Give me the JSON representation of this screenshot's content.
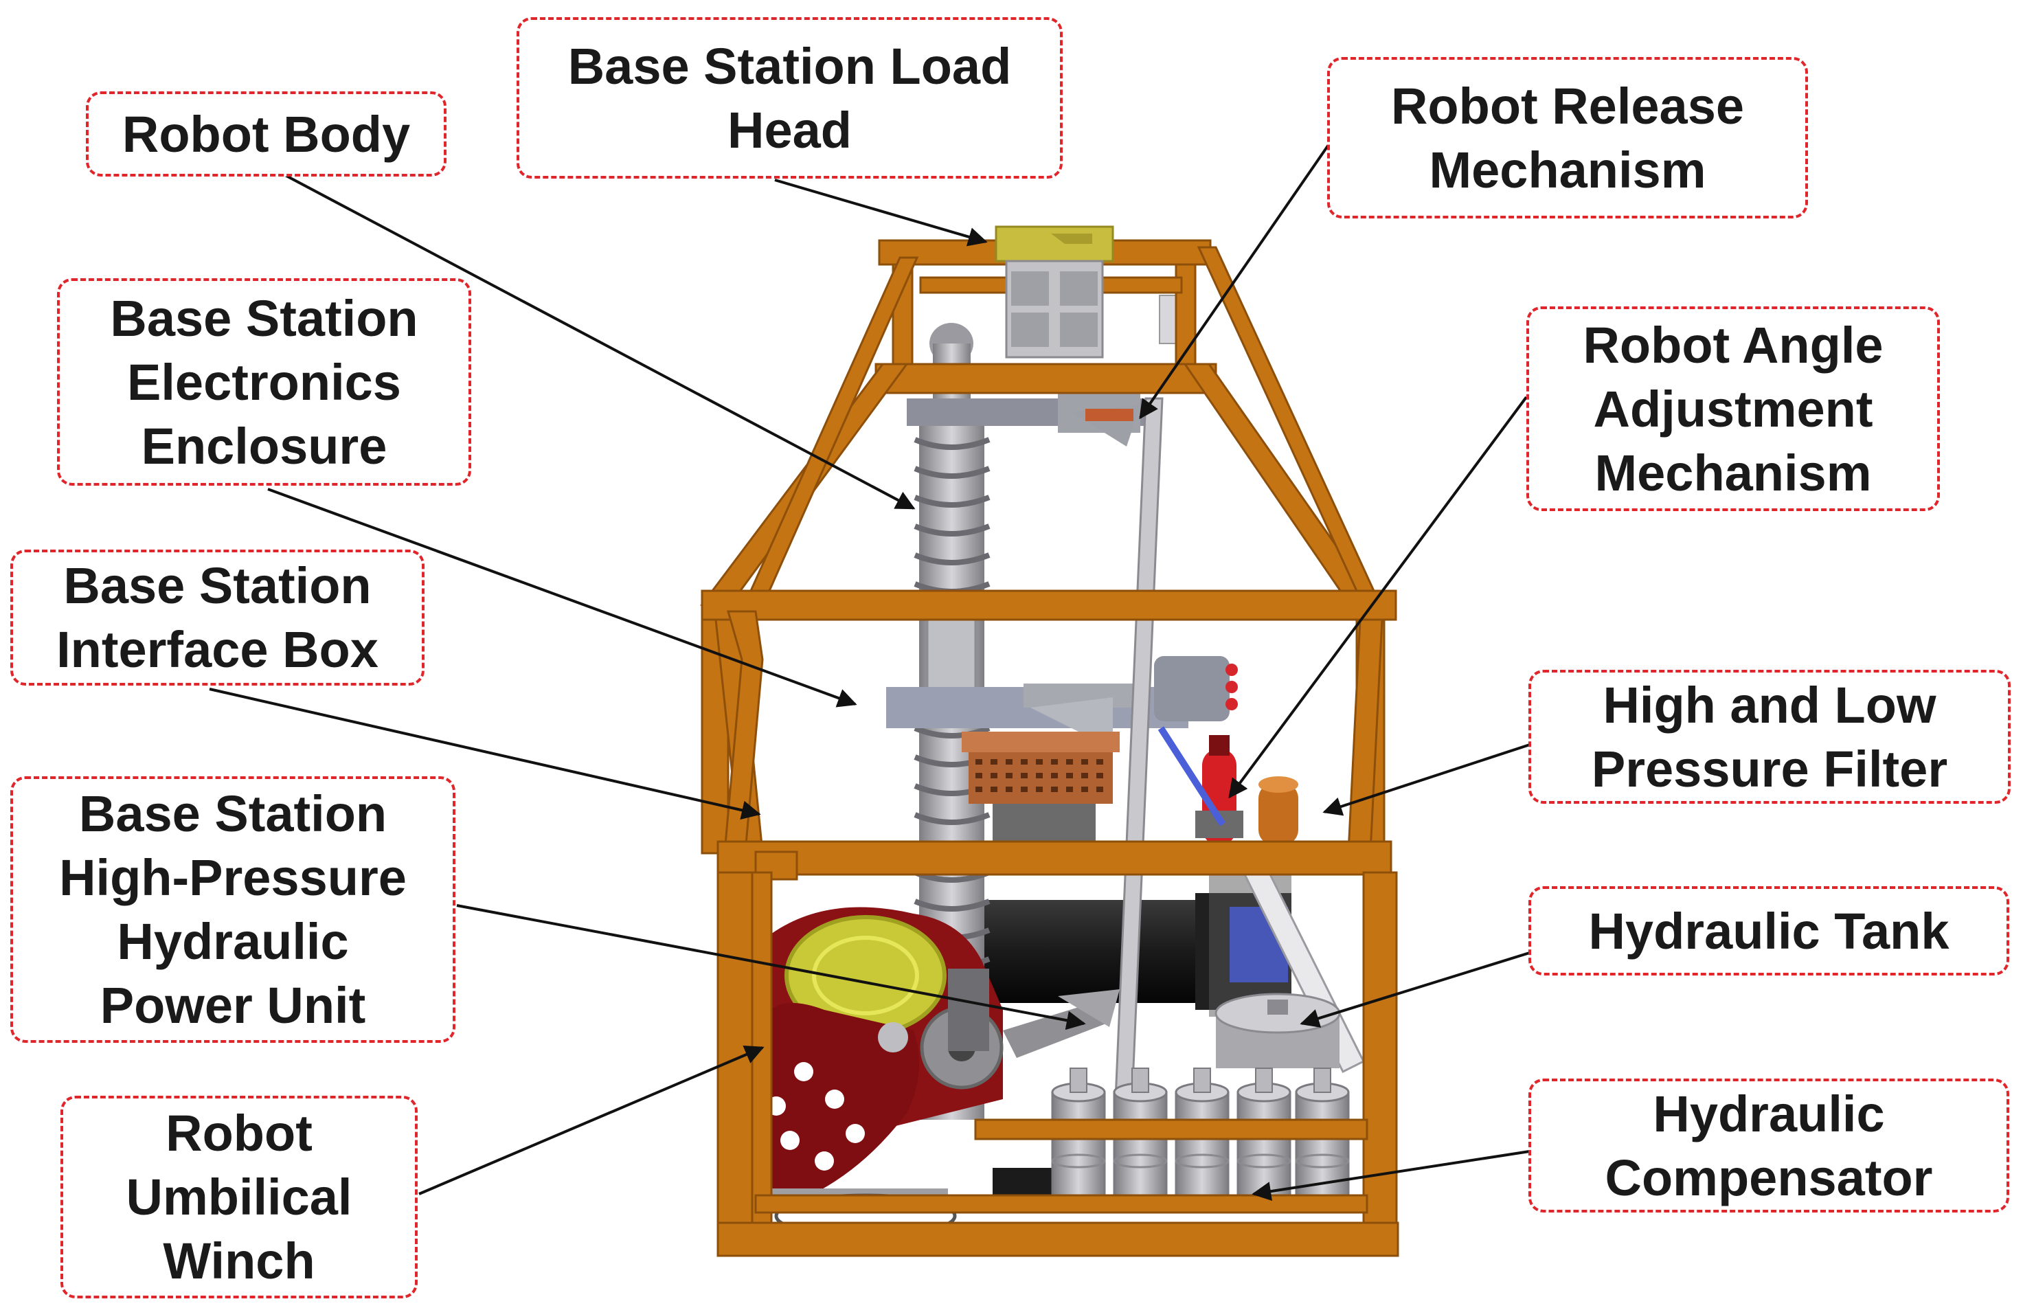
{
  "figure": {
    "colors": {
      "frame": "#c47413",
      "frame_dark": "#8e4f0a",
      "callout_border": "#e0262b",
      "winch": "#8a1114",
      "arrow": "#111111",
      "metal": "#a9a9ad"
    },
    "callouts": [
      {
        "id": "robot-body",
        "lines": [
          "Robot Body"
        ]
      },
      {
        "id": "load-head",
        "lines": [
          "Base Station Load",
          "Head"
        ]
      },
      {
        "id": "release-mechanism",
        "lines": [
          "Robot Release",
          "Mechanism"
        ]
      },
      {
        "id": "electronics-enclosure",
        "lines": [
          "Base Station",
          "Electronics",
          "Enclosure"
        ]
      },
      {
        "id": "angle-adjustment",
        "lines": [
          "Robot Angle",
          "Adjustment",
          "Mechanism"
        ]
      },
      {
        "id": "interface-box",
        "lines": [
          "Base Station",
          "Interface Box"
        ]
      },
      {
        "id": "pressure-filter",
        "lines": [
          "High and Low",
          "Pressure Filter"
        ]
      },
      {
        "id": "hydraulic-power-unit",
        "lines": [
          "Base Station",
          "High-Pressure",
          "Hydraulic",
          "Power Unit"
        ]
      },
      {
        "id": "hydraulic-tank",
        "lines": [
          "Hydraulic Tank"
        ]
      },
      {
        "id": "umbilical-winch",
        "lines": [
          "Robot",
          "Umbilical",
          "Winch"
        ]
      },
      {
        "id": "hydraulic-compensator",
        "lines": [
          "Hydraulic",
          "Compensator"
        ]
      }
    ]
  }
}
